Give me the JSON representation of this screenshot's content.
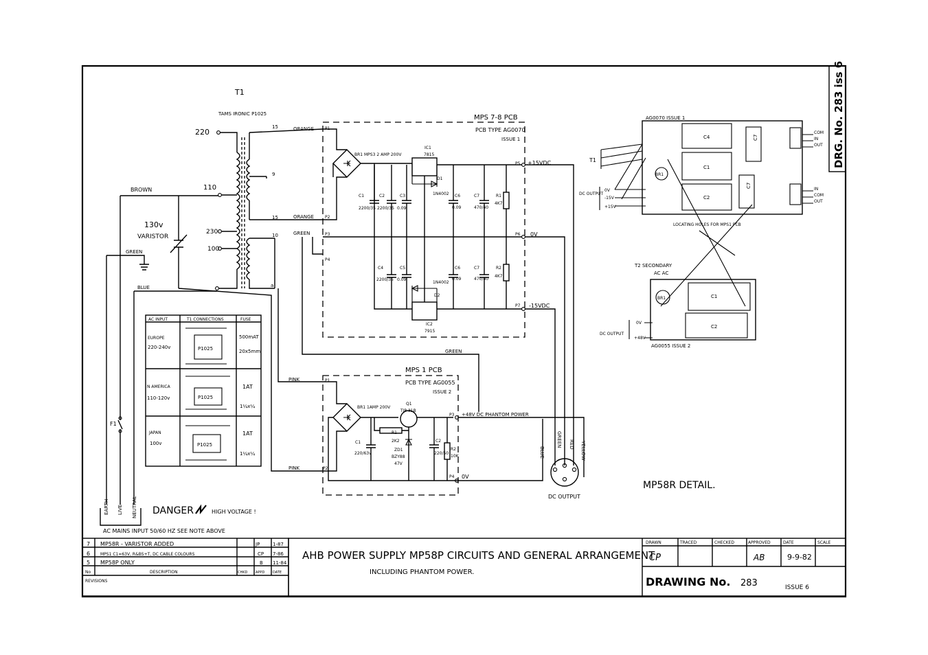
{
  "transformer": {
    "ref": "T1",
    "part": "TAMS IRONIC P1025",
    "taps": {
      "v220": "220",
      "v110": "110",
      "v230": "230",
      "v100": "100"
    },
    "sec_pin_15a": "15",
    "sec_pin_9": "9",
    "sec_pin_15b": "15",
    "sec_pin_10": "10",
    "sec_pin_a": "a"
  },
  "wires": {
    "brown": "BROWN",
    "green": "GREEN",
    "blue": "BLUE",
    "orange1": "ORANGE",
    "orange2": "ORANGE",
    "green2": "GREEN",
    "green3": "GREEN",
    "pink1": "PINK",
    "pink2": "PINK"
  },
  "varistor": {
    "value": "130v",
    "label": "VARISTOR"
  },
  "fuse": "F1",
  "mains": {
    "earth": "EARTH",
    "live": "LIVE",
    "neutral": "NEUTRAL",
    "caption": "AC MAINS INPUT  50/60 HZ  SEE NOTE ABOVE"
  },
  "danger": {
    "word": "DANGER",
    "text": "HIGH VOLTAGE !"
  },
  "table": {
    "headers": [
      "AC INPUT",
      "T1 CONNECTIONS",
      "FUSE"
    ],
    "rows": [
      {
        "input_a": "EUROPE",
        "input_b": "220-240v",
        "part": "P1025",
        "fuse_a": "500mAT",
        "fuse_b": "20x5mm"
      },
      {
        "input_a": "N AMERICA",
        "input_b": "110-120v",
        "part": "P1025",
        "fuse_a": "1AT",
        "fuse_b": "1¼x¼"
      },
      {
        "input_a": "JAPAN",
        "input_b": "100v",
        "part": "P1025",
        "fuse_a": "1AT",
        "fuse_b": "1¼x¼"
      }
    ]
  },
  "pcb_mps78": {
    "title": "MPS 7-8 PCB",
    "type": "PCB TYPE AG0070",
    "issue": "ISSUE 1",
    "br1": "BR1 MPS3 2 AMP 200V",
    "ic1": "IC1",
    "ic1_part": "7815",
    "ic2": "IC2",
    "ic2_part": "7915",
    "d1": "D1",
    "d1_part": "1N4002",
    "d2": "D2",
    "d2_part": "1N4002",
    "c1": "C1",
    "c1_val": "2200/35",
    "c2": "C2",
    "c2_val": "2200/35",
    "c3": "C3",
    "c3_val": "0.09",
    "c4": "C4",
    "c4_val": "2200/35",
    "c5": "C5",
    "c5_val": "0.09",
    "c6a": "C6",
    "c6a_val": "0.09",
    "c7a": "C7",
    "c7a_val": "470/40",
    "c6b": "C6",
    "c6b_val": "0.09",
    "c7b": "C7",
    "c7b_val": "470/40",
    "r1": "R1",
    "r1_val": "4K7",
    "r2": "R2",
    "r2_val": "4K7",
    "pins": {
      "p1": "P1",
      "p2": "P2",
      "p3": "P3",
      "p4": "P4",
      "p5": "P5",
      "p6": "P6",
      "p7": "P7"
    },
    "out_pos": "+15VDC",
    "out_zero": "0V",
    "out_neg": "-15VDC"
  },
  "pcb_mps1": {
    "title": "MPS 1 PCB",
    "type": "PCB TYPE AG0055",
    "issue": "ISSUE 2",
    "br1": "BR1 1AMP 200V",
    "q1": "Q1",
    "q1_part": "TIP 31B",
    "r1": "R1",
    "r1_val": "2K2",
    "zd1": "ZD1",
    "zd1_part": "BZY88",
    "zd1_val": "47V",
    "c1": "C1",
    "c1_val": "220/63v",
    "c2": "C2",
    "c2_val": "220/50",
    "r2": "R2",
    "r2_val": "10K",
    "pin_p1": "P1",
    "pin_p2": "P2",
    "pin_p3": "P3",
    "pin_p4": "P4",
    "out_48": "+48V DC PHANTOM POWER",
    "out_zero": "0V"
  },
  "dc_output": {
    "label": "DC OUTPUT",
    "wire_blue": "BLUE",
    "wire_green": "GREEN",
    "wire_red": "RED",
    "wire_yellow": "YELLOW"
  },
  "detail1": {
    "title": "AG0070 ISSUE 1",
    "t1": "T1",
    "dc_output": "DC OUTPUT",
    "v0": "0V",
    "vneg": "-15V",
    "vpos": "+15V",
    "c4": "C4",
    "c1": "C1",
    "c2": "C2",
    "c7a": "C7",
    "c7b": "C7",
    "br1": "BR1",
    "com1": "COM",
    "in1": "IN",
    "out1": "OUT",
    "in2": "IN",
    "com2": "COM",
    "out2": "OUT",
    "holes": "LOCATING HOLES FOR MPS1 PCB"
  },
  "detail2": {
    "title": "T2 SECONDARY",
    "ac": "AC AC",
    "c1": "C1",
    "c2": "C2",
    "br1": "BR1",
    "dc_output": "DC OUTPUT",
    "v0": "0V",
    "v48": "+48V",
    "board": "AG0055 ISSUE 2"
  },
  "detail_label": "MP58R  DETAIL.",
  "side_drg": "DRG. No. 283 iss 6",
  "revisions": {
    "rows": [
      {
        "no": "7",
        "desc": "MP58R - VARISTOR ADDED",
        "by": "JP",
        "date": "1-87"
      },
      {
        "no": "6",
        "desc": "MPS1 C1=63V, R&BS+T, DC CABLE COLOURS",
        "by": "CP",
        "date": "7-86"
      },
      {
        "no": "5",
        "desc": "MP58P ONLY",
        "by": "B",
        "date": "11-84"
      }
    ],
    "header": {
      "no": "No",
      "desc": "DESCRIPTION",
      "chk": "CHKD",
      "appd": "APPD",
      "date": "DATE"
    },
    "label": "REVISIONS"
  },
  "title_block": {
    "title": "AHB POWER SUPPLY MP58P CIRCUITS  AND GENERAL ARRANGEMENT",
    "subtitle": "INCLUDING PHANTOM POWER.",
    "drawn_h": "DRAWN",
    "traced_h": "TRACED",
    "checked_h": "CHECKED",
    "approved_h": "APPROVED",
    "date_h": "DATE",
    "scale_h": "SCALE",
    "drawn": "CP",
    "approved": "AB",
    "date": "9-9-82",
    "drawing_no_label": "DRAWING No.",
    "drawing_no": "283",
    "issue": "ISSUE 6"
  }
}
